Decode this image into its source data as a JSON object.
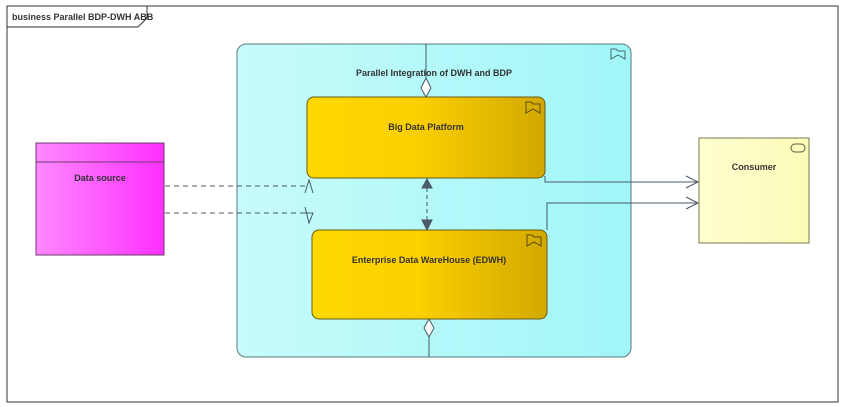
{
  "frame": {
    "title": "business Parallel BDP-DWH ABB"
  },
  "container": {
    "label": "Parallel Integration of DWH and BDP",
    "icon": "archimate-grouping-icon"
  },
  "nodes": {
    "big_data": {
      "label": "Big Data Platform",
      "icon": "archimate-grouping-icon"
    },
    "edwh": {
      "label": "Enterprise Data WareHouse (EDWH)",
      "icon": "archimate-grouping-icon"
    },
    "data_source": {
      "label": "Data source"
    },
    "consumer": {
      "label": "Consumer",
      "icon": "component-icon"
    }
  },
  "colors": {
    "container_fill": "#a8f8f8",
    "platform_fill_start": "#ffd700",
    "platform_fill_end": "#d4a800",
    "data_source_fill": "#ff40ff",
    "consumer_fill": "#ffffc0",
    "connector": "#4a5a6a"
  }
}
